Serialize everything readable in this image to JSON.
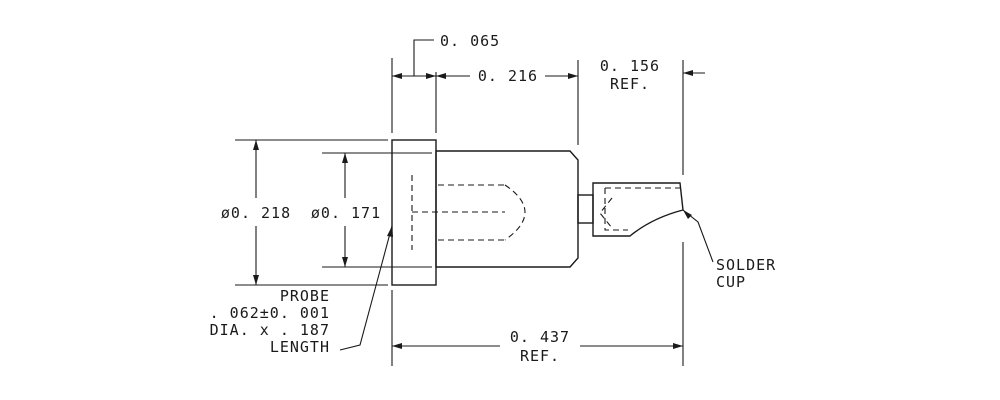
{
  "drawing": {
    "dimensions": {
      "head_thickness": "0. 065",
      "body_length": "0. 216",
      "cup_ref_value": "0. 156",
      "cup_ref_suffix": "REF.",
      "head_diameter": "ø0. 218",
      "body_diameter": "ø0. 171",
      "overall_value": "0. 437",
      "overall_suffix": "REF."
    },
    "notes": {
      "probe": [
        "PROBE",
        ". 062±0. 001",
        "DIA. x . 187",
        "LENGTH"
      ],
      "solder_cup": [
        "SOLDER",
        "CUP"
      ]
    }
  }
}
